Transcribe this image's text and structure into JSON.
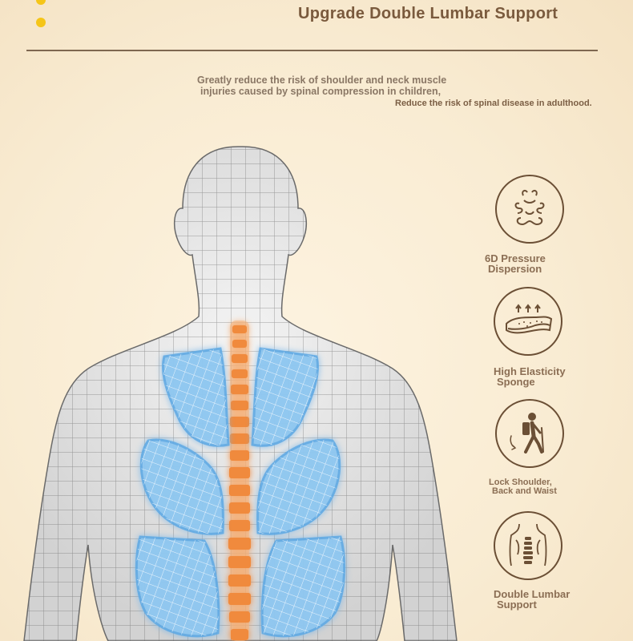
{
  "header": {
    "title": "Upgrade Double Lumbar Support"
  },
  "description": {
    "line1": "Greatly reduce the risk of shoulder and neck muscle",
    "line2": "injuries caused by spinal compression in children,",
    "line3": "Reduce the risk of spinal disease in adulthood."
  },
  "features": [
    {
      "icon": "pressure-dispersion-icon",
      "line1": "6D Pressure",
      "line2": "Dispersion"
    },
    {
      "icon": "elastic-sponge-icon",
      "line1": "High Elasticity",
      "line2": "Sponge"
    },
    {
      "icon": "hiker-icon",
      "line1": "Lock Shoulder,",
      "line2": "Back and Waist"
    },
    {
      "icon": "lumbar-spine-icon",
      "line1": "Double Lumbar",
      "line2": "Support"
    }
  ],
  "colors": {
    "background": "#f9ecd3",
    "accent_dot": "#f5c518",
    "heading": "#7a5a3d",
    "icon_stroke": "#6b4f35",
    "pad_blue": "#8fc7f0",
    "spine_orange": "#f08a3c"
  }
}
